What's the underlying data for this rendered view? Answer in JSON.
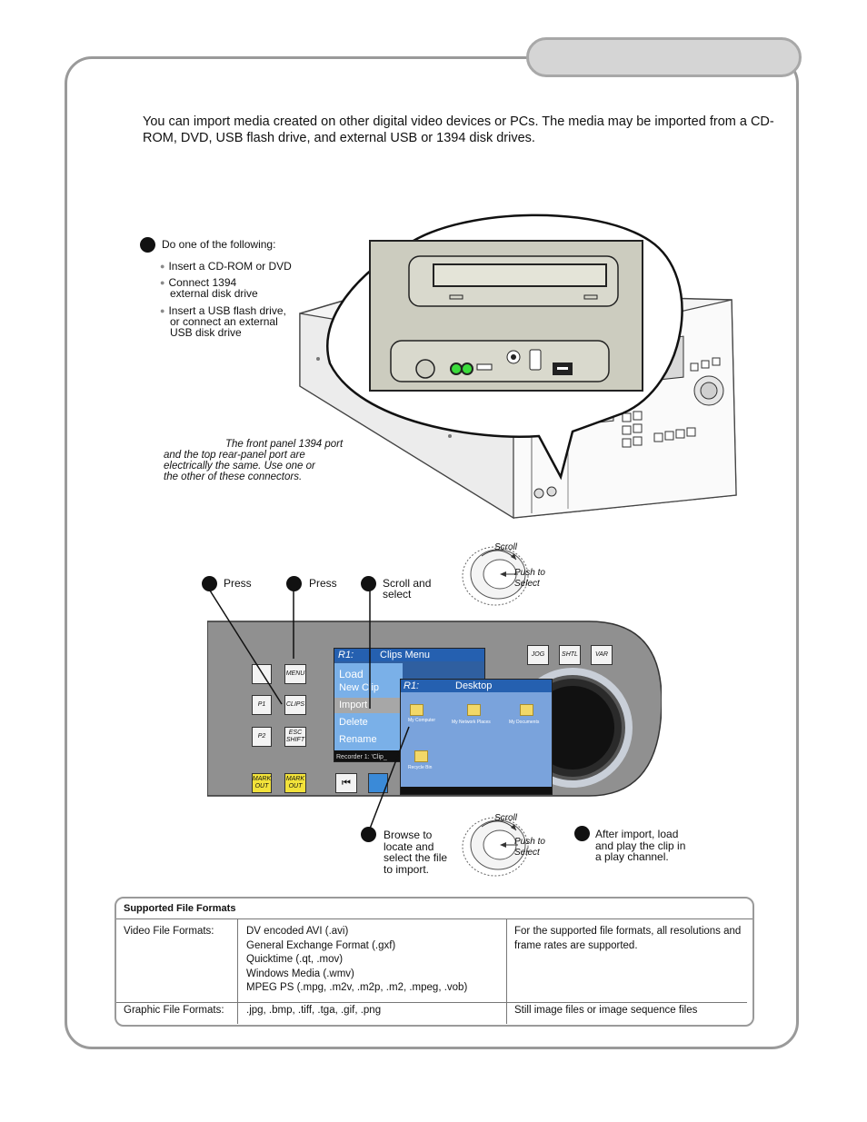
{
  "intro": "You can import media created on other digital video devices or PCs. The media may be imported from a CD-ROM, DVD, USB flash drive, and external USB or 1394 disk drives.",
  "step1": {
    "label": "Do one of the following:",
    "options": [
      "Insert a CD-ROM or DVD",
      "Connect 1394",
      "external disk drive",
      "Insert a USB flash drive,",
      "or connect an external",
      "USB disk drive"
    ]
  },
  "note": [
    "The front panel 1394 port",
    "and the top rear-panel port are",
    "electrically the same. Use one or",
    "the other of these connectors."
  ],
  "steps": {
    "press1": "Press",
    "press2": "Press",
    "scroll_select": [
      "Scroll and",
      "select"
    ],
    "browse": [
      "Browse to",
      "locate and",
      "select the file",
      "to import."
    ],
    "after_import": [
      "After import, load",
      "and play the clip in",
      "a play channel."
    ]
  },
  "knob": {
    "scroll": "Scroll",
    "push": [
      "Push to",
      "Select"
    ]
  },
  "panel": {
    "buttons": {
      "menu": "MENU",
      "p1": "P1",
      "clips": "CLIPS",
      "p2": "P2",
      "esc": "ESC",
      "shift": "SHIFT",
      "mark": "MARK",
      "out": "OUT",
      "jog": "JOG",
      "shtl": "SHTL",
      "var": "VAR"
    },
    "clips_menu": {
      "channel": "R1:",
      "title": "Clips Menu",
      "items": [
        "Load",
        "New Clip",
        "Import",
        "Delete",
        "Rename"
      ],
      "status": "Recorder 1: 'Clip_"
    },
    "desktop": {
      "channel": "R1:",
      "title": "Desktop",
      "items": [
        "My Computer",
        "My Network Places",
        "My Documents",
        "Recycle Bin"
      ]
    }
  },
  "table": {
    "title": "Supported File Formats",
    "rows": [
      {
        "label": "Video File Formats:",
        "formats": [
          "DV encoded AVI (.avi)",
          "General Exchange Format (.gxf)",
          "Quicktime (.qt, .mov)",
          "Windows Media (.wmv)",
          "MPEG PS (.mpg, .m2v, .m2p, .m2, .mpeg, .vob)"
        ],
        "note": [
          "For the supported file formats, all resolutions and",
          "frame rates are supported."
        ]
      },
      {
        "label": "Graphic File Formats:",
        "formats": [
          ".jpg, .bmp, .tiff, .tga, .gif, .png"
        ],
        "note": [
          "Still image files or image sequence files"
        ]
      }
    ]
  }
}
